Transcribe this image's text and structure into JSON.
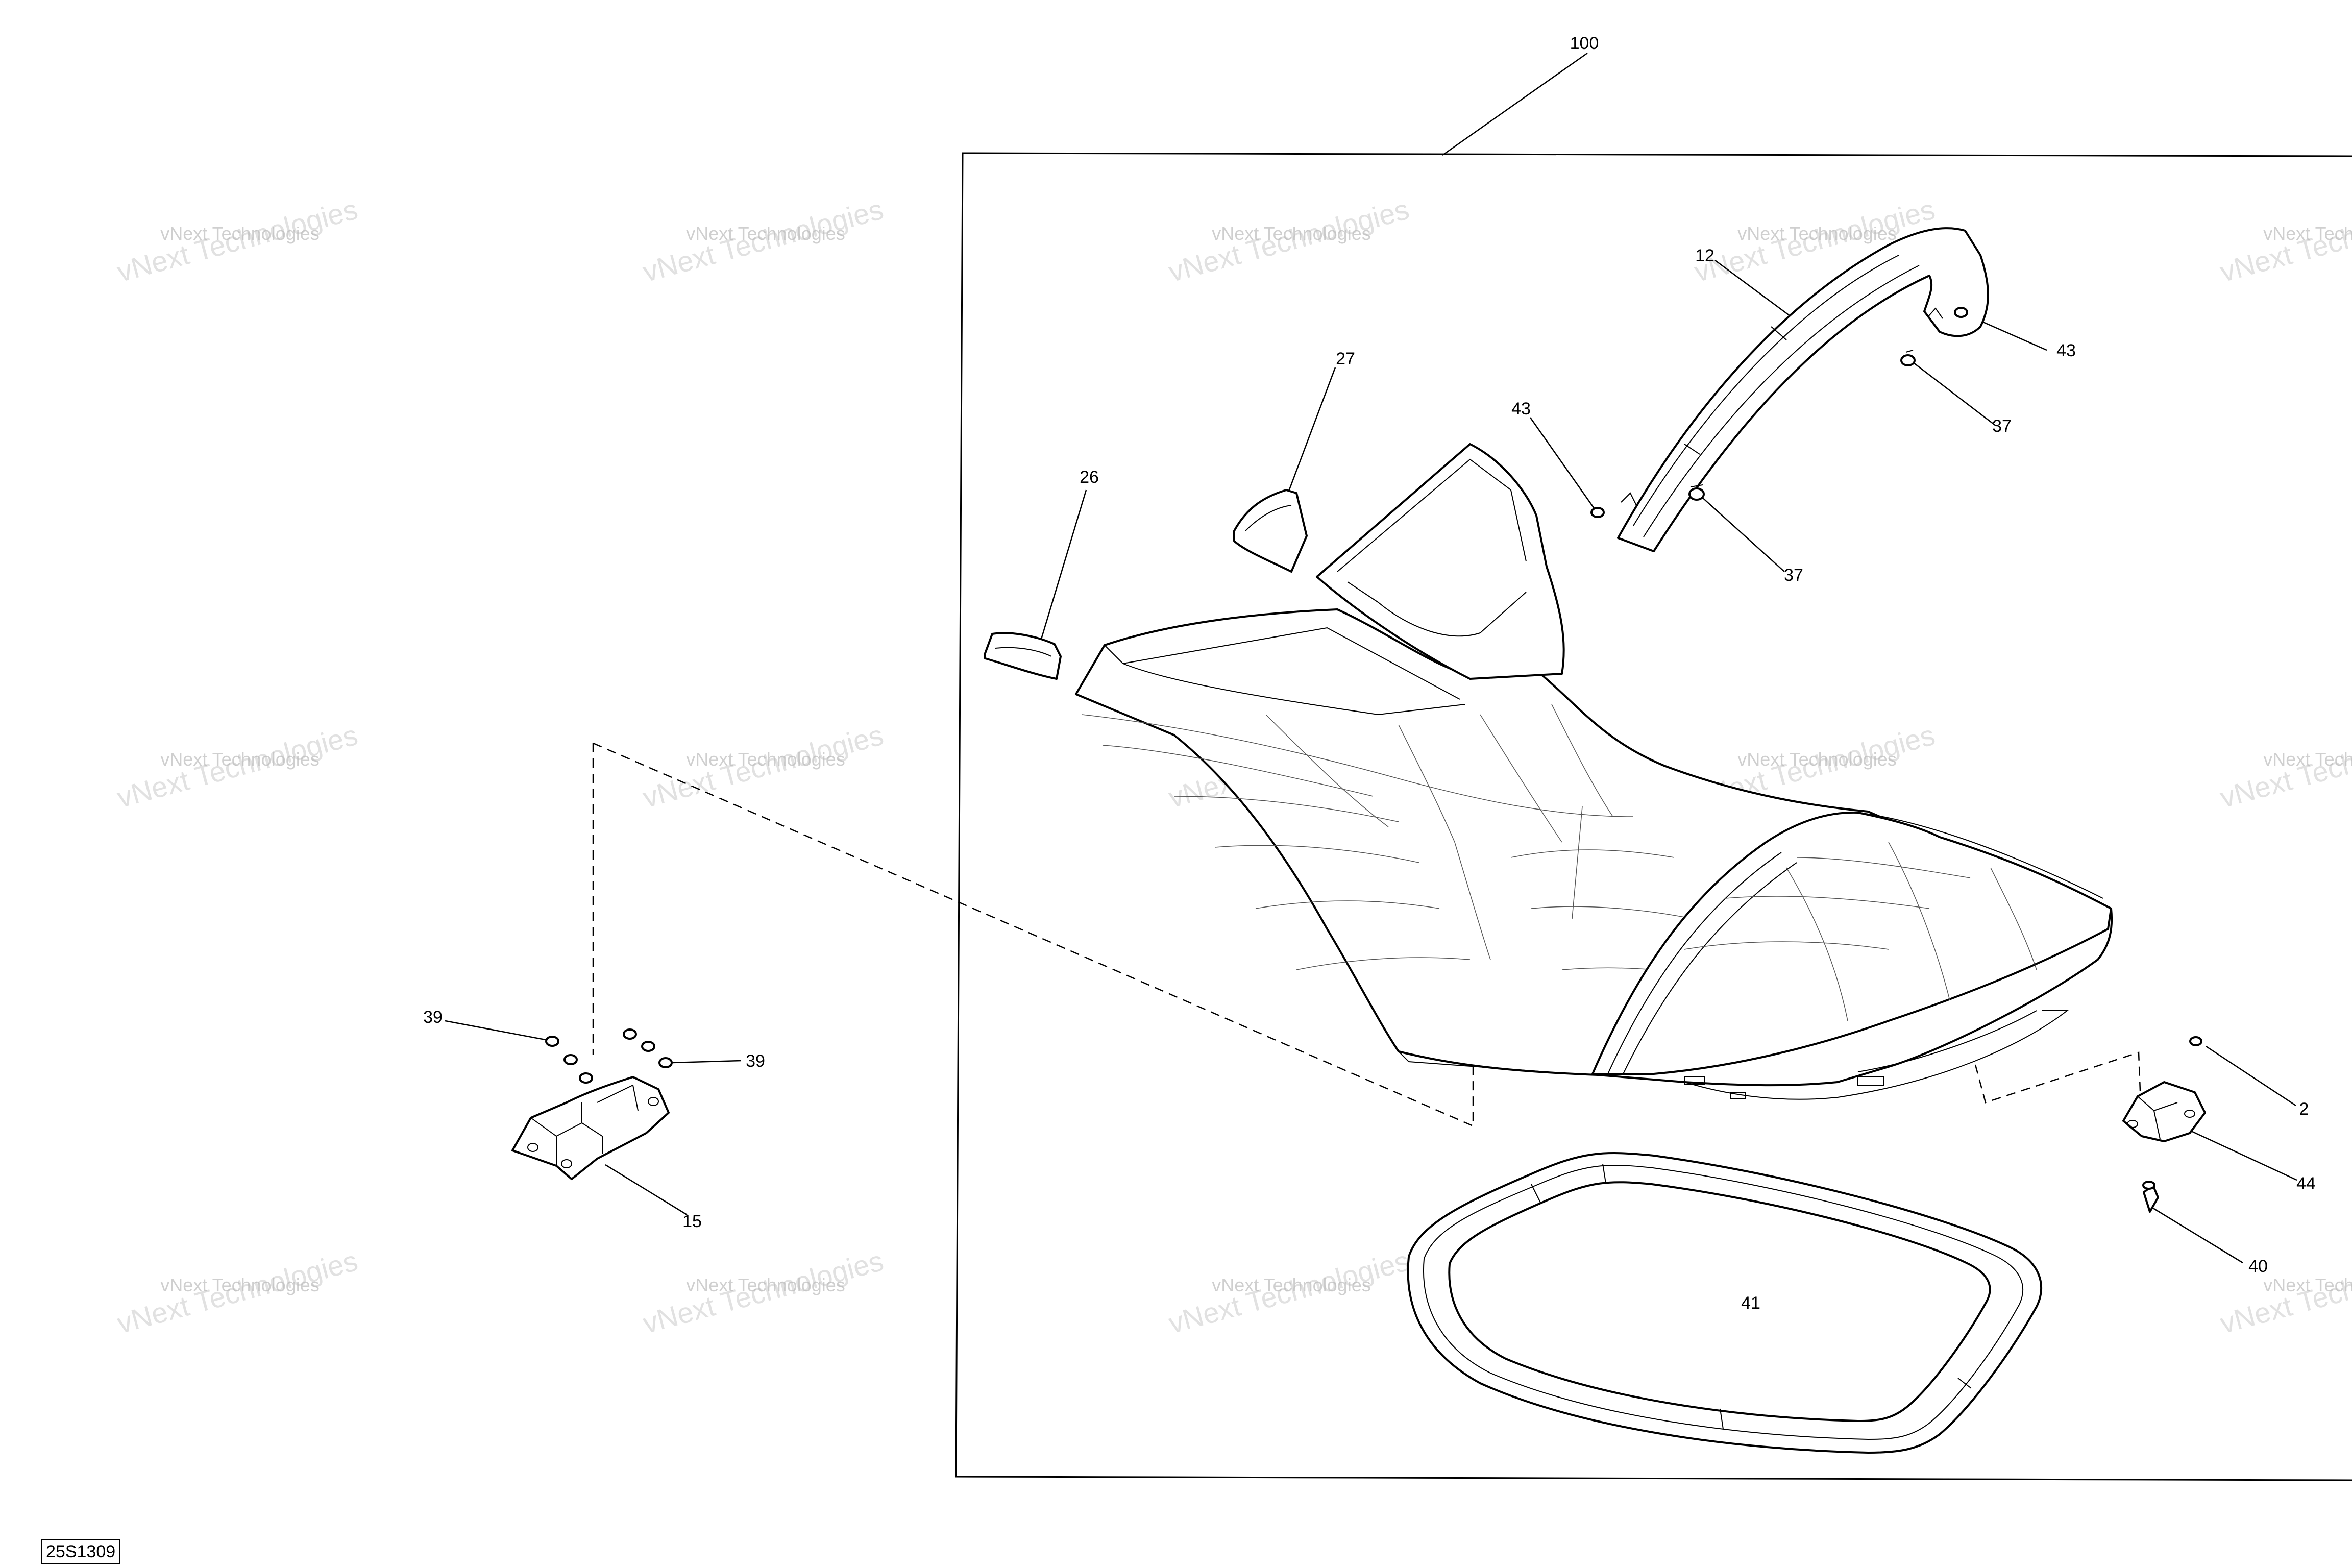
{
  "diagram_code": "25S1309",
  "watermark": {
    "line1": "vNext Technologies",
    "line2": "vNext Technologies"
  },
  "callouts": [
    {
      "id": "100",
      "label": "100"
    },
    {
      "id": "12",
      "label": "12"
    },
    {
      "id": "43a",
      "label": "43"
    },
    {
      "id": "37a",
      "label": "37"
    },
    {
      "id": "27",
      "label": "27"
    },
    {
      "id": "43b",
      "label": "43"
    },
    {
      "id": "37b",
      "label": "37"
    },
    {
      "id": "26",
      "label": "26"
    },
    {
      "id": "39a",
      "label": "39"
    },
    {
      "id": "39b",
      "label": "39"
    },
    {
      "id": "15",
      "label": "15"
    },
    {
      "id": "2",
      "label": "2"
    },
    {
      "id": "44",
      "label": "44"
    },
    {
      "id": "40",
      "label": "40"
    },
    {
      "id": "41",
      "label": "41"
    }
  ]
}
